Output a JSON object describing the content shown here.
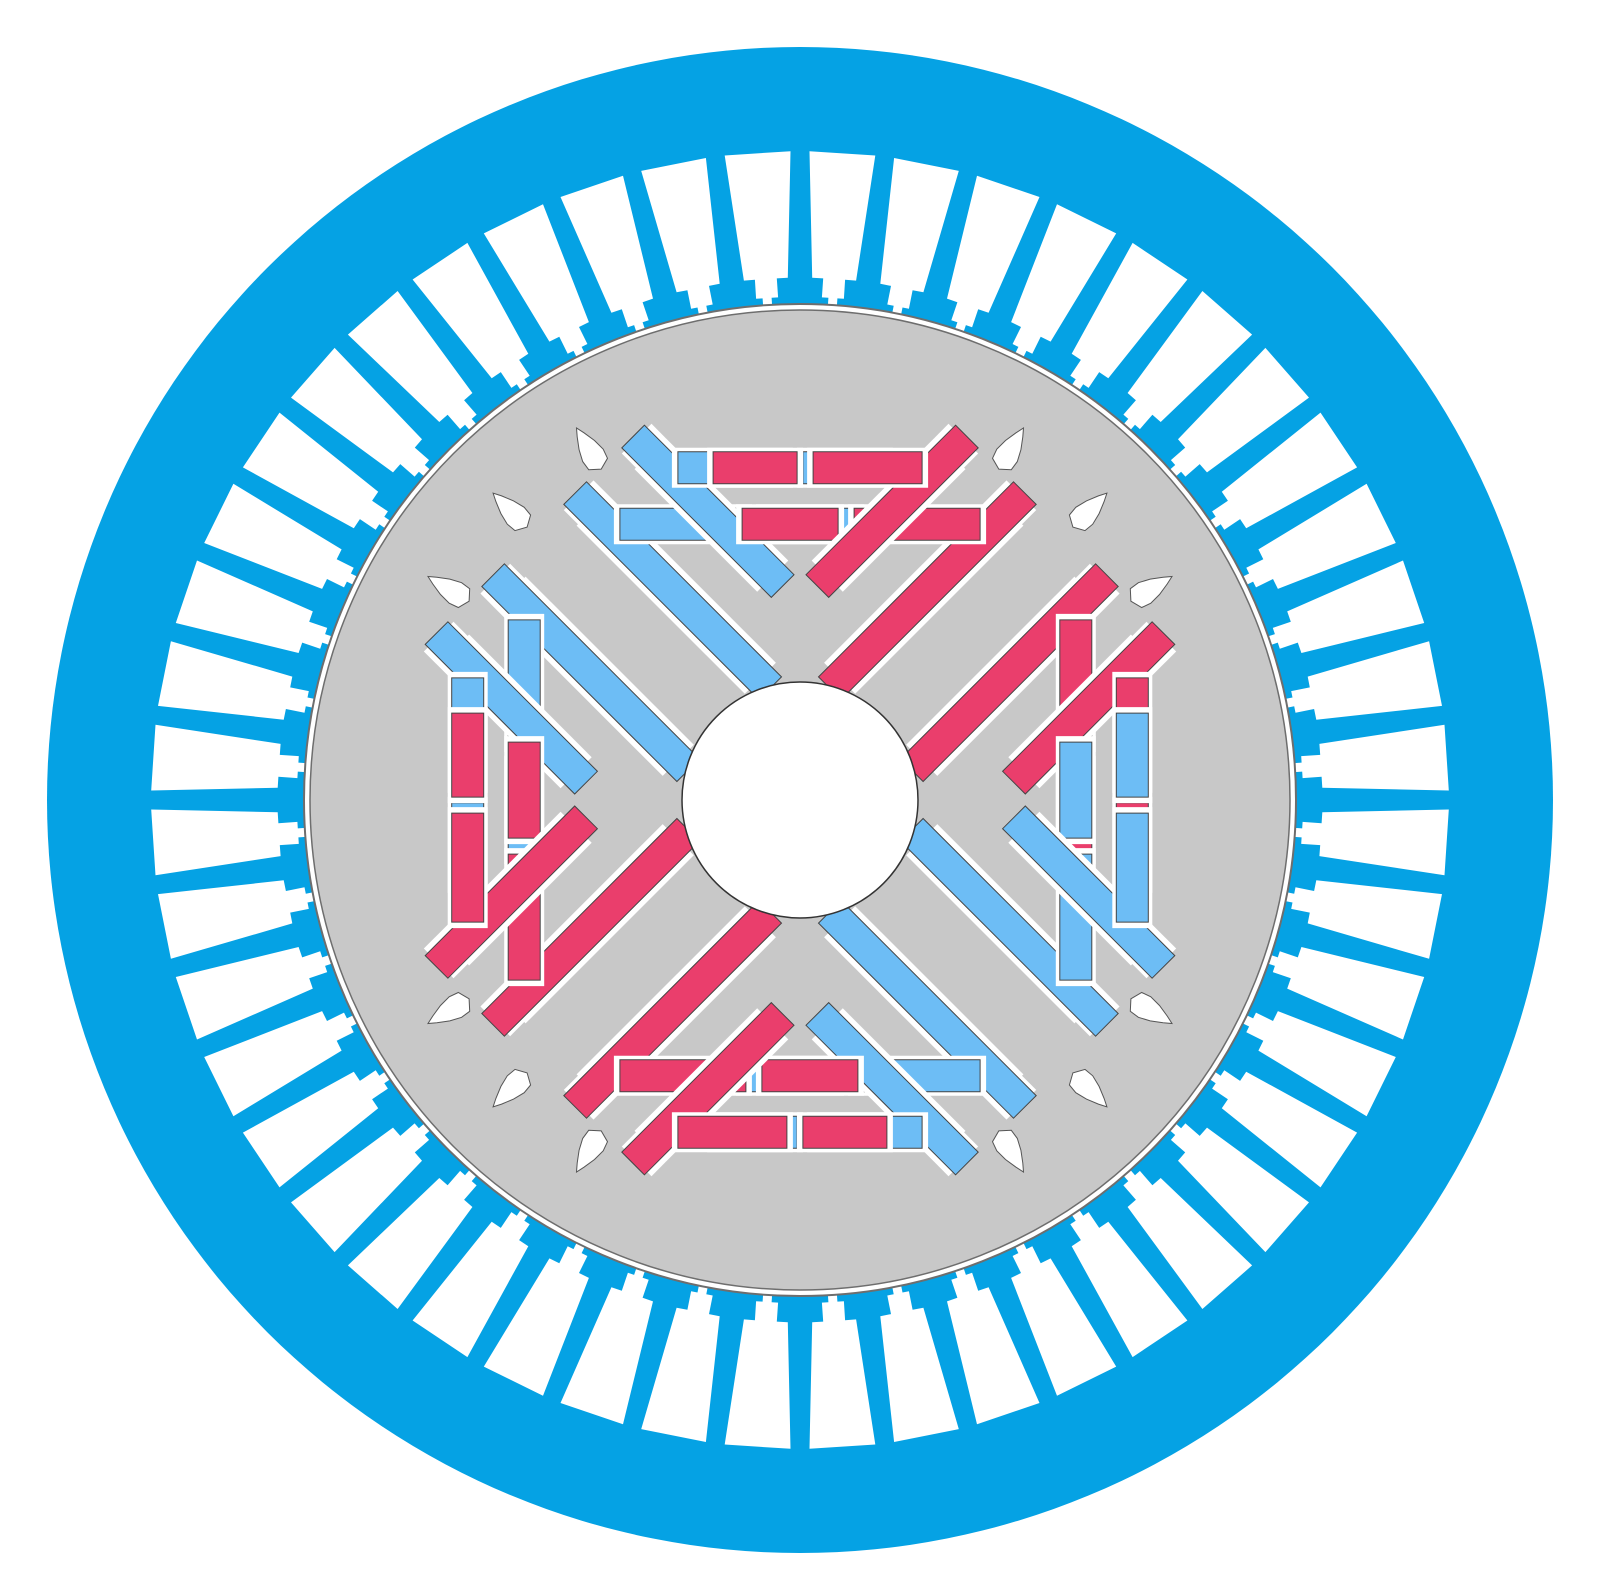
{
  "diagram": {
    "kind": "electric-motor-cross-section",
    "stator": {
      "slot_count": 48,
      "color": "#05a2e4"
    },
    "rotor": {
      "color": "#c8c8c8",
      "outline_color": "#6e6e6e",
      "shaft_hole_color": "#ffffff",
      "poles": 4,
      "flux_barrier_color": "#ffffff"
    },
    "magnets": {
      "north_color": "#ea3e6c",
      "south_color": "#6dbdf5",
      "layers_per_pole": 2,
      "segments_per_layer": 4,
      "pole_order": [
        "south",
        "north",
        "south",
        "north"
      ]
    }
  }
}
